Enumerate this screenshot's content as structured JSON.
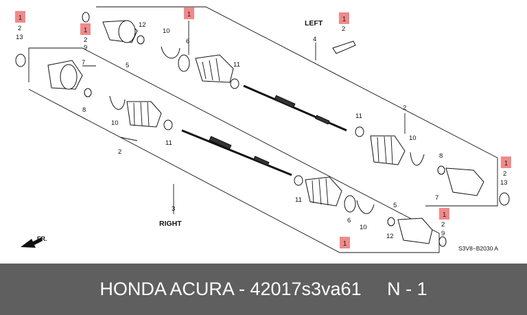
{
  "diagram": {
    "side_left": "LEFT",
    "side_right": "RIGHT",
    "direction": "FR.",
    "figure_code": "S3V8−B2030 A",
    "badges": [
      "1",
      "1",
      "1",
      "1",
      "1",
      "1"
    ],
    "labels": {
      "l2_a": "2",
      "l13_a": "13",
      "l2_b": "2",
      "l9_a": "9",
      "l12_a": "12",
      "l10_a": "10",
      "l6_a": "6",
      "l5": "5",
      "l11_a": "11",
      "l4": "4",
      "l2_c": "2",
      "l7_a": "7",
      "l8_a": "8",
      "l10_b": "10",
      "l2_d": "2",
      "l11_b": "11",
      "l3": "3",
      "l2_e": "2",
      "l11_c": "11",
      "l10_c": "10",
      "l8_b": "8",
      "l7_b": "7",
      "l2_f": "2",
      "l13_b": "13",
      "l11_d": "11",
      "l6_b": "6",
      "l10_d": "10",
      "l5_b": "5",
      "l12_b": "12",
      "l2_g": "2",
      "l9_b": "9"
    }
  },
  "footer": {
    "text": "HONDA ACURA - 42017s3va61     N - 1"
  }
}
